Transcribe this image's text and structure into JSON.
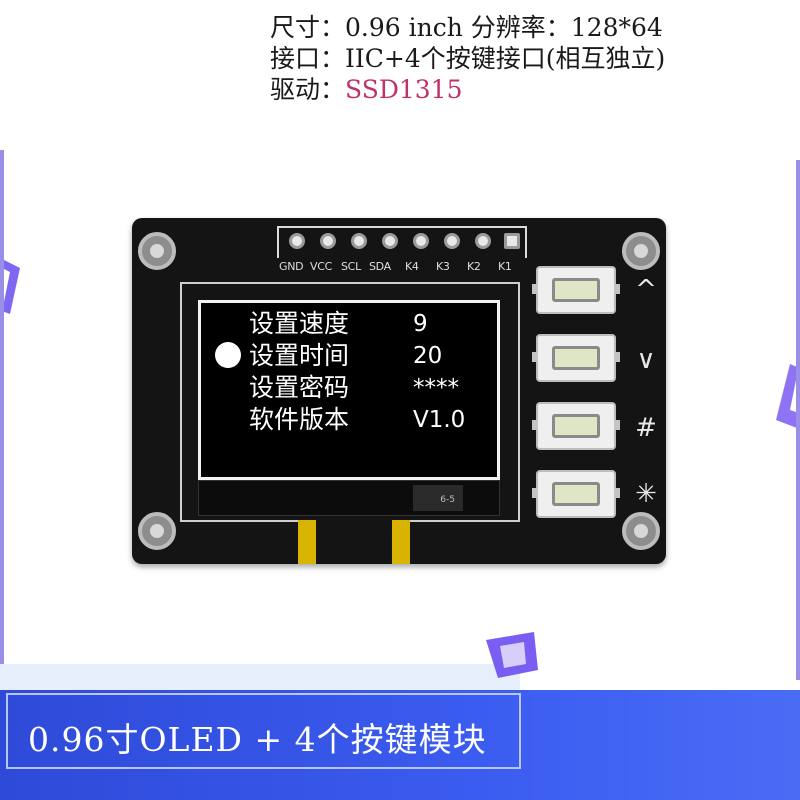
{
  "specs": {
    "line1": "尺寸：0.96 inch 分辨率：128*64",
    "line2": "接口：IIC+4个按键接口(相互独立)",
    "line3_label": "驱动：",
    "line3_value": "SSD1315"
  },
  "board": {
    "pin_labels": [
      "GND",
      "VCC",
      "SCL",
      "SDA",
      "K4",
      "K3",
      "K2",
      "K1"
    ],
    "screen": {
      "menu": [
        {
          "label": "设置速度",
          "value": "9"
        },
        {
          "label": "设置时间",
          "value": "20",
          "selected": true
        },
        {
          "label": "设置密码",
          "value": "****"
        },
        {
          "label": "软件版本",
          "value": "V1.0"
        }
      ]
    },
    "glass_label": "6-5",
    "key_symbols": [
      "^",
      "∨",
      "#",
      "✳"
    ]
  },
  "banner": {
    "text": "0.96寸OLED + 4个按键模块"
  },
  "colors": {
    "board": "#141414",
    "highlight_text": "#c0306a",
    "banner": "#3b5cf0",
    "ribbon": "#d8b400"
  }
}
